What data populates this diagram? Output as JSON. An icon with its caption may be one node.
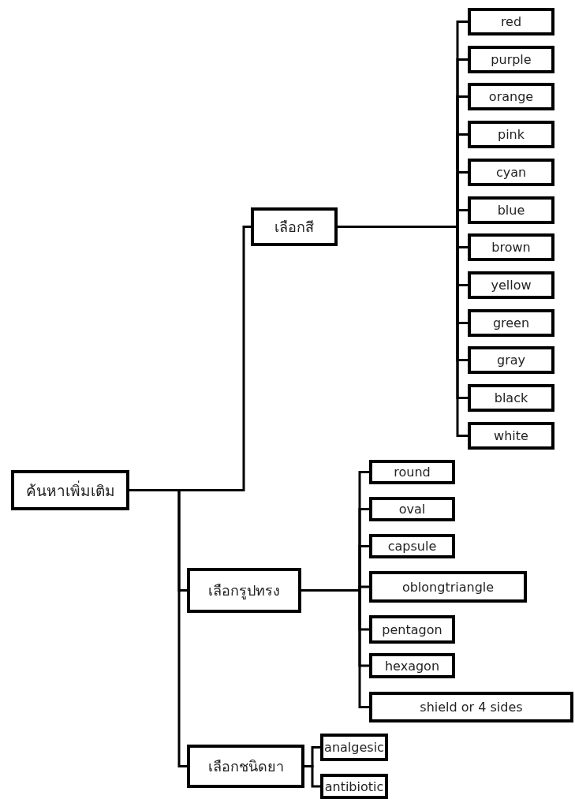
{
  "diagram": {
    "nodes": [
      {
        "text": [
          "ค้นหาเพิ่มเติม"
        ]
      },
      {
        "text": [
          "เลือกสี"
        ]
      },
      {
        "text": [
          "red"
        ]
      },
      {
        "text": [
          "purple"
        ]
      },
      {
        "text": [
          "orange"
        ]
      },
      {
        "text": [
          "pink"
        ]
      },
      {
        "text": [
          "cyan"
        ]
      },
      {
        "text": [
          "blue"
        ]
      },
      {
        "text": [
          "brown"
        ]
      },
      {
        "text": [
          "yellow"
        ]
      },
      {
        "text": [
          "green"
        ]
      },
      {
        "text": [
          "gray"
        ]
      },
      {
        "text": [
          "black"
        ]
      },
      {
        "text": [
          "white"
        ]
      },
      {
        "text": [
          "เลือกรูปทรง"
        ]
      },
      {
        "text": [
          "round"
        ]
      },
      {
        "text": [
          "oval"
        ]
      },
      {
        "text": [
          "capsule"
        ]
      },
      {
        "text": [
          "oblongtriangle"
        ]
      },
      {
        "text": [
          "pentagon"
        ]
      },
      {
        "text": [
          "hexagon"
        ]
      },
      {
        "text": [
          "shield or 4 sides"
        ]
      },
      {
        "text": [
          "เลือกชนิดยา"
        ]
      },
      {
        "text": [
          "analgesic"
        ]
      },
      {
        "text": [
          "antibiotic"
        ]
      }
    ],
    "edges": [
      {
        "from": 0,
        "to": 1,
        "arrow": "none"
      },
      {
        "from": 0,
        "to": 14,
        "arrow": "none"
      },
      {
        "from": 0,
        "to": 22,
        "arrow": "none"
      },
      {
        "from": 1,
        "to": 2,
        "arrow": "none"
      },
      {
        "from": 1,
        "to": 3,
        "arrow": "none"
      },
      {
        "from": 1,
        "to": 4,
        "arrow": "none"
      },
      {
        "from": 1,
        "to": 5,
        "arrow": "none"
      },
      {
        "from": 1,
        "to": 6,
        "arrow": "none"
      },
      {
        "from": 1,
        "to": 7,
        "arrow": "none"
      },
      {
        "from": 1,
        "to": 8,
        "arrow": "none"
      },
      {
        "from": 1,
        "to": 9,
        "arrow": "none"
      },
      {
        "from": 1,
        "to": 10,
        "arrow": "none"
      },
      {
        "from": 1,
        "to": 11,
        "arrow": "none"
      },
      {
        "from": 1,
        "to": 12,
        "arrow": "none"
      },
      {
        "from": 1,
        "to": 13,
        "arrow": "none"
      },
      {
        "from": 14,
        "to": 15,
        "arrow": "none"
      },
      {
        "from": 14,
        "to": 16,
        "arrow": "none"
      },
      {
        "from": 14,
        "to": 17,
        "arrow": "none"
      },
      {
        "from": 14,
        "to": 18,
        "arrow": "none"
      },
      {
        "from": 14,
        "to": 19,
        "arrow": "none"
      },
      {
        "from": 14,
        "to": 20,
        "arrow": "none"
      },
      {
        "from": 14,
        "to": 21,
        "arrow": "none"
      },
      {
        "from": 22,
        "to": 23,
        "arrow": "none"
      },
      {
        "from": 22,
        "to": 24,
        "arrow": "none"
      }
    ]
  }
}
